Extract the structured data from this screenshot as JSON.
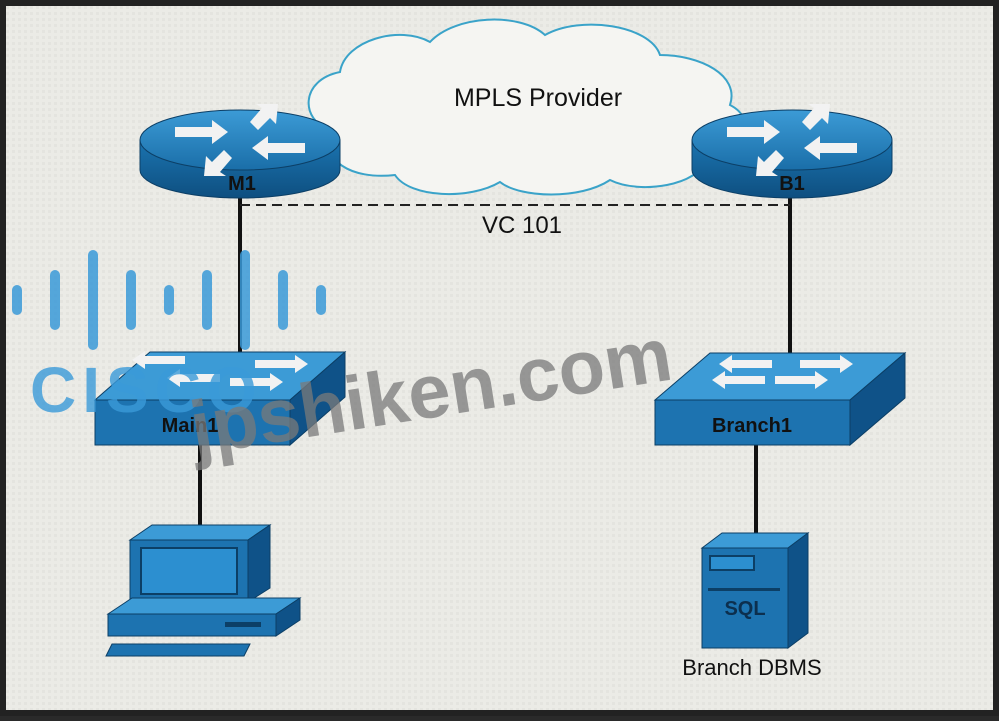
{
  "diagram": {
    "cloud_label": "MPLS Provider",
    "vc_label": "VC 101",
    "nodes": {
      "router_m1": "M1",
      "router_b1": "B1",
      "switch_main1": "Main1",
      "switch_branch1": "Branch1",
      "server_label": "SQL",
      "server_caption": "Branch DBMS"
    }
  },
  "watermark": {
    "logo_text": "CISCO",
    "site_text": "jpshiken.com"
  },
  "colors": {
    "device_blue": "#1d7ab8",
    "device_dark": "#0d4f7e",
    "line": "#111111",
    "background": "#e9e9e4",
    "watermark_blue": "#3a9ad9",
    "watermark_gray": "#7a7a7a"
  }
}
